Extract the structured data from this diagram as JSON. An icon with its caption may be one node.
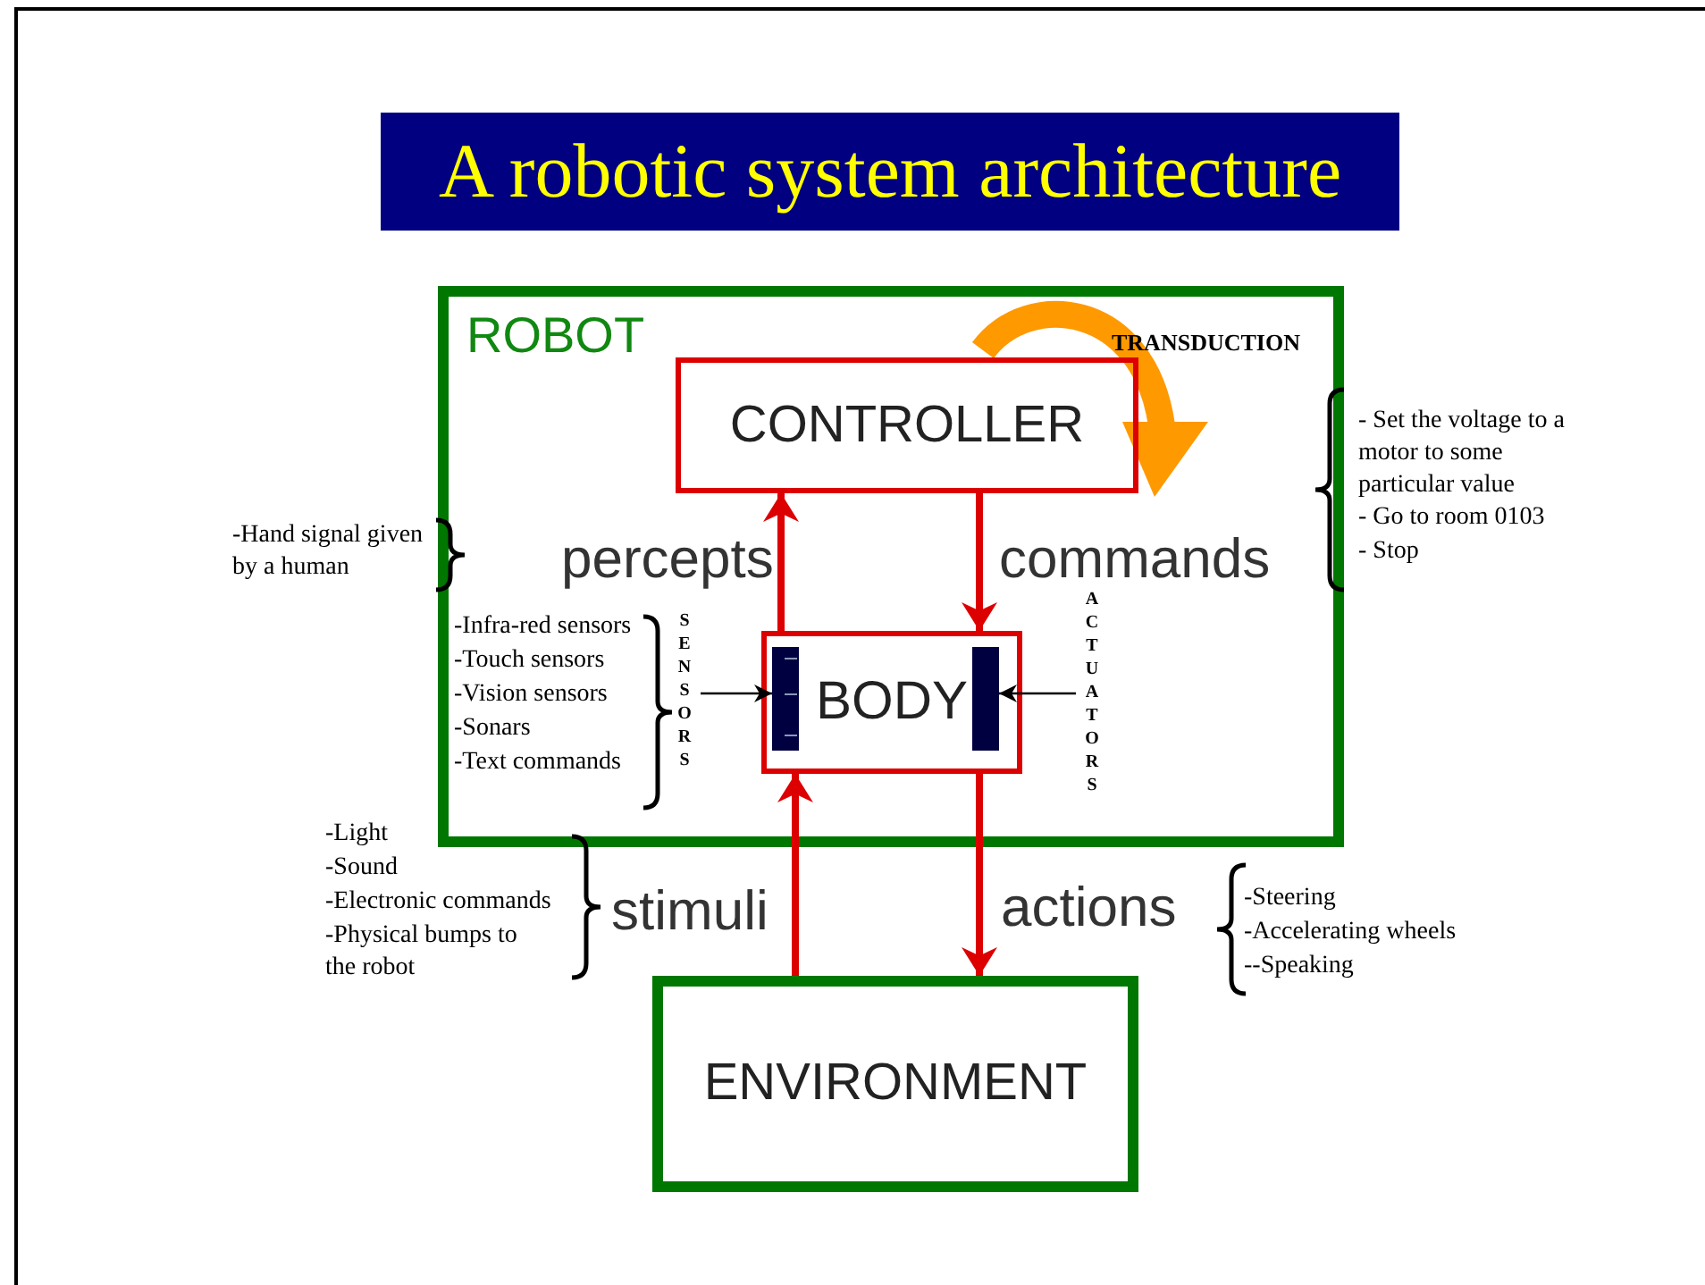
{
  "diagram": {
    "title": "A robotic system architecture",
    "nodes": [
      {
        "text": [
          "ROBOT"
        ]
      },
      {
        "text": [
          "CONTROLLER"
        ],
        "in": 0
      },
      {
        "text": [
          "BODY"
        ],
        "in": 0
      },
      {
        "text": [
          "ENVIRONMENT"
        ]
      },
      {
        "text": [],
        "shape": "bar",
        "in": 2
      },
      {
        "text": [],
        "shape": "bar",
        "in": 2
      },
      {
        "text": [
          "SENSORS"
        ],
        "in": 0
      },
      {
        "text": [
          "ACTUATORS"
        ],
        "in": 0
      }
    ],
    "edges": [
      {
        "from": 2,
        "to": 1,
        "arrow": "to",
        "label": "percepts"
      },
      {
        "from": 1,
        "to": 2,
        "arrow": "to",
        "label": "commands"
      },
      {
        "from": 3,
        "to": 2,
        "arrow": "to",
        "label": "stimuli"
      },
      {
        "from": 2,
        "to": 3,
        "arrow": "to",
        "label": "actions"
      },
      {
        "from": 6,
        "to": 4,
        "arrow": "to",
        "color": "#000000"
      },
      {
        "from": 7,
        "to": 5,
        "arrow": "to",
        "color": "#000000"
      }
    ],
    "labels": [
      "TRANSDUCTION",
      "-Hand signal given by a human",
      "-Infra-red sensors",
      "-Touch sensors",
      "-Vision sensors",
      "-Sonars",
      "-Text commands",
      "- Set the voltage to a motor to some particular value",
      "- Go to room 0103",
      "- Stop",
      "-Light",
      "-Sound",
      "-Electronic commands",
      "-Physical bumps to the robot",
      "-Steering",
      "-Accelerating wheels",
      "--Speaking"
    ]
  }
}
